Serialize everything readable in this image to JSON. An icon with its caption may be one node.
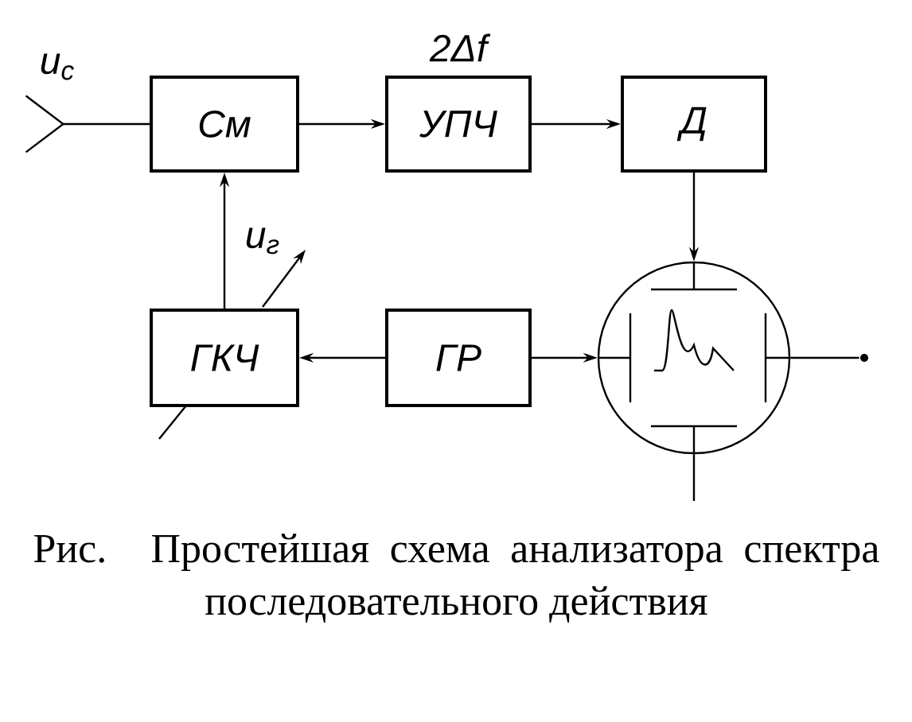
{
  "diagram": {
    "caption": "Рис. Простейшая схема анализатора спектра последовательного действия",
    "nodes": [
      {
        "text": [],
        "shape": "antenna",
        "beside": [
          "u$_{с}$"
        ]
      },
      {
        "text": [
          "См"
        ]
      },
      {
        "text": [
          "УПЧ"
        ],
        "beside": [
          "2Δf"
        ]
      },
      {
        "text": [
          "Д"
        ]
      },
      {
        "text": [
          "ГКЧ"
        ]
      },
      {
        "text": [
          "ГР"
        ]
      },
      {
        "text": [],
        "shape": "circle"
      },
      {
        "text": [],
        "shape": "dot"
      }
    ],
    "edges": [
      {
        "from": 0,
        "to": 1,
        "arrow": "none"
      },
      {
        "from": 1,
        "to": 2,
        "arrow": "to"
      },
      {
        "from": 2,
        "to": 3,
        "arrow": "to"
      },
      {
        "from": 3,
        "to": 6,
        "arrow": "to"
      },
      {
        "from": 4,
        "to": 1,
        "arrow": "to",
        "label": "u$_{г}$"
      },
      {
        "from": 5,
        "to": 4,
        "arrow": "to"
      },
      {
        "from": 5,
        "to": 6,
        "arrow": "to"
      },
      {
        "from": 6,
        "to": 7,
        "arrow": "none"
      },
      {
        "from": 6,
        "to": null,
        "arrow": "none"
      }
    ]
  }
}
